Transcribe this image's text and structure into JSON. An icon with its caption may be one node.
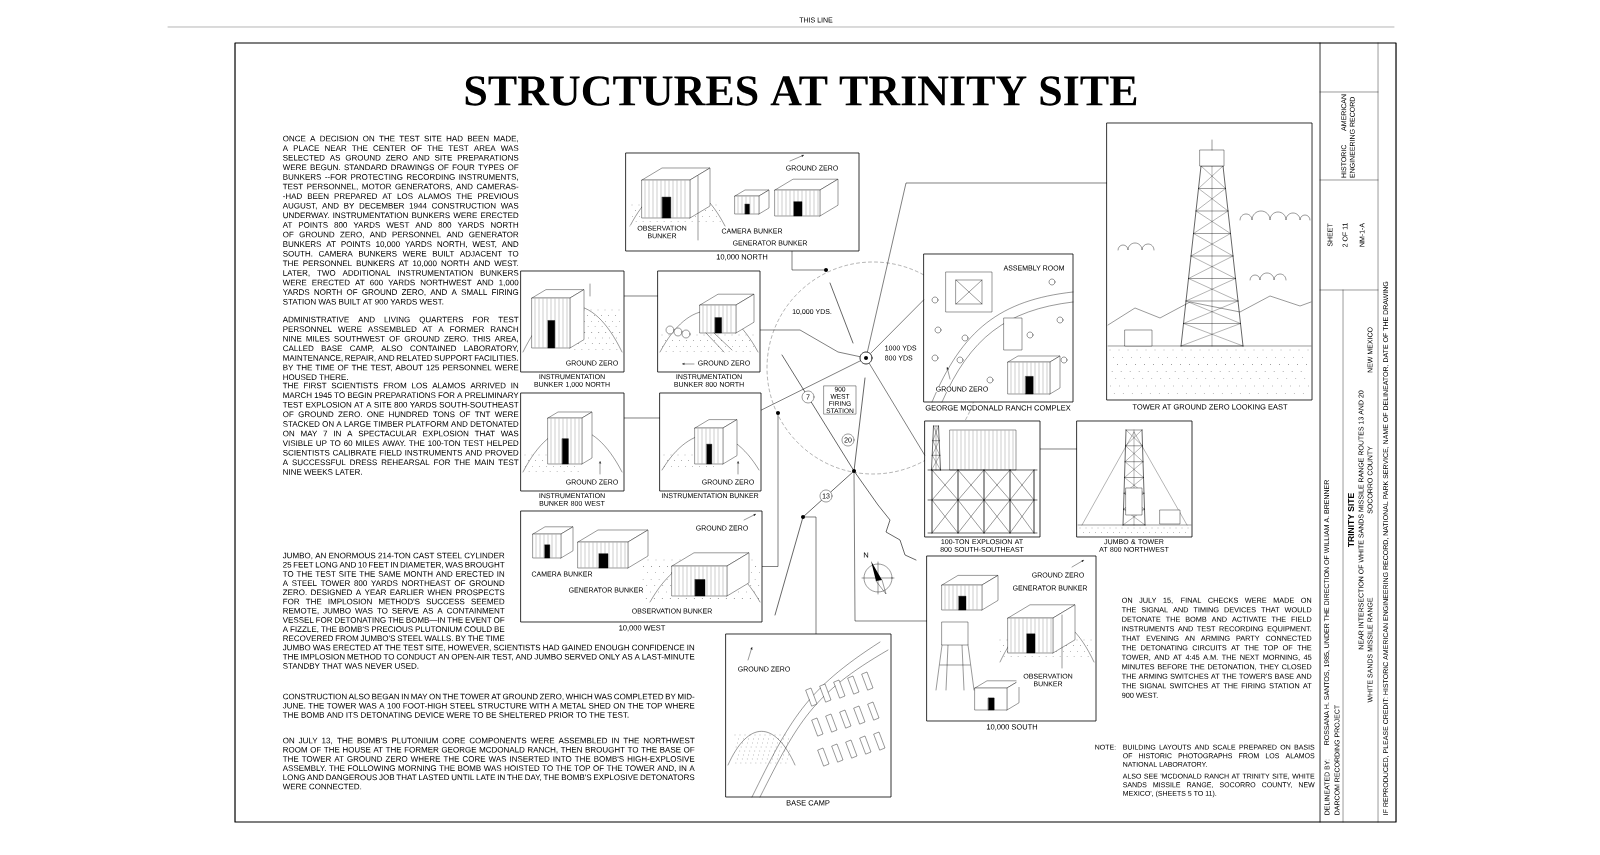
{
  "diagram": {
    "title": "STRUCTURES AT TRINITY SITE",
    "nodes": [
      {
        "text": [
          "GROUND ZERO",
          "OBSERVATION BUNKER",
          "CAMERA BUNKER",
          "GENERATOR BUNKER",
          "10,000 NORTH"
        ]
      },
      {
        "text": [
          "GROUND ZERO",
          "INSTRUMENTATION BUNKER 1,000 NORTH"
        ]
      },
      {
        "text": [
          "GROUND ZERO",
          "INSTRUMENTATION BUNKER 800 NORTH"
        ]
      },
      {
        "text": [
          "GROUND ZERO",
          "INSTRUMENTATION BUNKER 800 WEST"
        ]
      },
      {
        "text": [
          "GROUND ZERO",
          "INSTRUMENTATION BUNKER"
        ]
      },
      {
        "text": [
          "GROUND ZERO",
          "CAMERA BUNKER",
          "GENERATOR BUNKER",
          "OBSERVATION BUNKER",
          "10,000 WEST"
        ]
      },
      {
        "text": [
          "GROUND ZERO",
          "BASE CAMP"
        ]
      },
      {
        "text": [
          "ASSEMBLY ROOM",
          "GROUND ZERO",
          "GEORGE MCDONALD RANCH COMPLEX"
        ]
      },
      {
        "text": [
          "TOWER AT GROUND ZERO LOOKING EAST"
        ]
      },
      {
        "text": [
          "100-TON EXPLOSION AT 800 SOUTH-SOUTHEAST"
        ]
      },
      {
        "text": [
          "JUMBO & TOWER AT 800 NORTHWEST"
        ]
      },
      {
        "text": [
          "GROUND ZERO",
          "GENERATOR BUNKER",
          "OBSERVATION BUNKER",
          "10,000 SOUTH"
        ]
      },
      {
        "text": [],
        "shape": "circle"
      },
      {
        "text": [],
        "shape": "circle"
      },
      {
        "text": [],
        "shape": "circle"
      },
      {
        "text": [],
        "shape": "circle"
      },
      {
        "text": [],
        "shape": "circle"
      },
      {
        "text": [
          "900 WEST FIRING STATION"
        ]
      },
      {
        "text": [
          "7"
        ]
      },
      {
        "text": [
          "13"
        ]
      },
      {
        "text": [
          "20"
        ]
      }
    ],
    "edges": [
      {
        "from": 0,
        "to": 13,
        "arrow": "none"
      },
      {
        "from": 1,
        "to": 2,
        "arrow": "none"
      },
      {
        "from": 2,
        "to": 12,
        "arrow": "none"
      },
      {
        "from": 3,
        "to": 4,
        "arrow": "none"
      },
      {
        "from": 4,
        "to": 12,
        "arrow": "none"
      },
      {
        "from": 5,
        "to": 14,
        "arrow": "none"
      },
      {
        "from": 6,
        "to": 15,
        "arrow": "none"
      },
      {
        "from": 7,
        "to": 12,
        "arrow": "none"
      },
      {
        "from": 8,
        "to": 12,
        "arrow": "none"
      },
      {
        "from": 9,
        "to": 12,
        "arrow": "none"
      },
      {
        "from": 10,
        "to": 9,
        "arrow": "none"
      },
      {
        "from": 11,
        "to": 16,
        "arrow": "none"
      }
    ],
    "labels": [
      "THIS LINE",
      "ONCE A DECISION ON THE TEST SITE HAD BEEN MADE, A PLACE NEAR THE CENTER OF THE TEST AREA WAS SELECTED AS GROUND ZERO AND SITE PREPARATIONS WERE BEGUN. STANDARD DRAWINGS OF FOUR TYPES OF BUNKERS --FOR PROTECTING RECORDING INSTRUMENTS, TEST PERSONNEL, MOTOR GENERATORS, AND CAMERAS--HAD BEEN PREPARED AT LOS ALAMOS THE PREVIOUS AUGUST, AND BY DECEMBER 1944 CONSTRUCTION WAS UNDERWAY. INSTRUMENTATION BUNKERS WERE ERECTED AT POINTS 800 YARDS WEST AND 800 YARDS NORTH OF GROUND ZERO, AND PERSONNEL AND GENERATOR BUNKERS AT POINTS 10,000 YARDS NORTH, WEST, AND SOUTH. CAMERA BUNKERS WERE BUILT ADJACENT TO THE PERSONNEL BUNKERS AT 10,000 NORTH AND WEST. LATER, TWO ADDITIONAL INSTRUMENTATION BUNKERS WERE ERECTED AT 600 YARDS NORTHWEST AND 1,000 YARDS NORTH OF GROUND ZERO, AND A SMALL FIRING STATION WAS BUILT AT 900 YARDS WEST.",
      "ADMINISTRATIVE AND LIVING QUARTERS FOR TEST PERSONNEL WERE ASSEMBLED AT A FORMER RANCH NINE MILES SOUTHWEST OF GROUND ZERO. THIS AREA, CALLED BASE CAMP, ALSO CONTAINED LABORATORY, MAINTENANCE, REPAIR, AND RELATED SUPPORT FACILITIES. BY THE TIME OF THE TEST, ABOUT 125 PERSONNEL WERE HOUSED THERE.",
      "THE FIRST SCIENTISTS FROM LOS ALAMOS ARRIVED IN MARCH 1945 TO BEGIN PREPARATIONS FOR A PRELIMINARY TEST EXPLOSION AT A SITE 800 YARDS SOUTH-SOUTHEAST OF GROUND ZERO. ONE HUNDRED TONS OF TNT WERE STACKED ON A LARGE TIMBER PLATFORM AND DETONATED ON MAY 7 IN A SPECTACULAR EXPLOSION THAT WAS VISIBLE UP TO 60 MILES AWAY. THE 100-TON TEST HELPED SCIENTISTS CALIBRATE FIELD INSTRUMENTS AND PROVED A SUCCESSFUL DRESS REHEARSAL FOR THE MAIN TEST NINE WEEKS LATER.",
      "JUMBO, AN ENORMOUS 214-TON CAST STEEL CYLINDER 25 FEET LONG AND 10 FEET IN DIAMETER, WAS BROUGHT TO THE TEST SITE THE SAME MONTH AND ERECTED IN A STEEL TOWER 800 YARDS NORTHEAST OF GROUND ZERO. DESIGNED A YEAR EARLIER WHEN PROSPECTS FOR THE IMPLOSION METHOD'S SUCCESS SEEMED REMOTE, JUMBO WAS TO SERVE AS A CONTAINMENT VESSEL FOR DETONATING THE BOMB—IN THE EVENT OF A FIZZLE, THE BOMB'S PRECIOUS PLUTONIUM COULD BE RECOVERED FROM JUMBO'S STEEL WALLS. BY THE TIME JUMBO WAS ERECTED AT THE TEST SITE, HOWEVER, SCIENTISTS HAD GAINED ENOUGH CONFIDENCE IN THE IMPLOSION METHOD TO CONDUCT AN OPEN-AIR TEST, AND JUMBO SERVED ONLY AS A LAST-MINUTE STANDBY THAT WAS NEVER USED.",
      "CONSTRUCTION ALSO BEGAN IN MAY ON THE TOWER AT GROUND ZERO, WHICH WAS COMPLETED BY MID-JUNE. THE TOWER WAS A 100 FOOT-HIGH STEEL STRUCTURE WITH A METAL SHED ON THE TOP WHERE THE BOMB AND ITS DETONATING DEVICE WERE TO BE SHELTERED PRIOR TO THE TEST.",
      "ON JULY 13, THE BOMB'S PLUTONIUM CORE COMPONENTS WERE ASSEMBLED IN THE NORTHWEST ROOM OF THE HOUSE AT THE FORMER GEORGE MCDONALD RANCH, THEN BROUGHT TO THE BASE OF THE TOWER AT GROUND ZERO WHERE THE CORE WAS INSERTED INTO THE BOMB'S HIGH-EXPLOSIVE ASSEMBLY. THE FOLLOWING MORNING THE BOMB WAS HOISTED TO THE TOP OF THE TOWER AND, IN A LONG AND DANGEROUS JOB THAT LASTED UNTIL LATE IN THE DAY, THE BOMB'S EXPLOSIVE DETONATORS WERE CONNECTED.",
      "10,000 YDS.",
      "1000 YDS",
      "800 YDS",
      "N",
      "ON JULY 15, FINAL CHECKS WERE MADE ON THE SIGNAL AND TIMING DEVICES THAT WOULD DETONATE THE BOMB AND ACTIVATE THE FIELD INSTRUMENTS AND TEST RECORDING EQUIPMENT. THAT EVENING AN ARMING PARTY CONNECTED THE DETONATING CIRCUITS AT THE TOP OF THE TOWER, AND AT 4:45 A.M. THE NEXT MORNING, 45 MINUTES BEFORE THE DETONATION, THEY CLOSED THE ARMING SWITCHES AT THE TOWER'S BASE AND THE SIGNAL SWITCHES AT THE FIRING STATION AT 900 WEST.",
      "NOTE:",
      "BUILDING LAYOUTS AND SCALE PREPARED ON BASIS OF HISTORIC PHOTOGRAPHS FROM LOS ALAMOS NATIONAL LABORATORY.",
      "ALSO SEE 'MCDONALD RANCH AT TRINITY SITE, WHITE SANDS MISSILE RANGE, SOCORRO COUNTY, NEW MEXICO', (SHEETS 5 TO 11).",
      "HISTORIC AMERICAN ENGINEERING RECORD",
      "SHEET",
      "2 OF 11",
      "NM-1-A",
      "DELINEATED BY:",
      "ROSSANA H. SANTOS, 1985, UNDER THE DIRECTION OF WILLIAM A. BRENNER",
      "DARCOM RECORDING PROJECT",
      "TRINITY SITE",
      "NEAR INTERSECTION OF WHITE SANDS MISSILE RANGE ROUTES 13 AND 20",
      "WHITE SANDS MISSILE RANGE",
      "SOCORRO COUNTY",
      "NEW MEXICO",
      "IF REPRODUCED, PLEASE CREDIT: HISTORIC AMERICAN ENGINEERING RECORD, NATIONAL PARK SERVICE, NAME OF DELINEATOR, DATE OF THE DRAWING"
    ]
  }
}
